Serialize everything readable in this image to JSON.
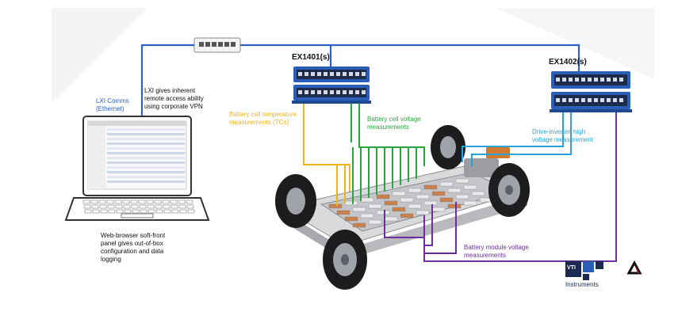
{
  "devices": {
    "ex1401": "EX1401(s)",
    "ex1402": "EX1402(s)"
  },
  "labels": {
    "lxi_comms": [
      "LXI Comms",
      "(Ethernet)"
    ],
    "lxi_remote": [
      "LXI gives inherent",
      "remote access ability",
      "using corporate VPN"
    ],
    "temperature": [
      "Battery cell temperature",
      "measurements (TCs)"
    ],
    "cell_voltage": [
      "Battery cell voltage",
      "measurements"
    ],
    "drive_inverter": [
      "Drive-inverter, high",
      "voltage measurement"
    ],
    "web_browser": [
      "Web-browser soft-front",
      "panel gives out-of-box",
      "configuration and data",
      "logging"
    ],
    "module_voltage": [
      "Battery module voltage",
      "measurements"
    ]
  },
  "logos": {
    "vti_top": "VTI",
    "vti_bottom": "Instruments"
  },
  "colors": {
    "ethernet": "#2f62c8",
    "temperature": "#f2b318",
    "cell_voltage": "#29a63e",
    "drive_inverter": "#27a3dc",
    "module_voltage": "#6b2fa0",
    "device_blue": "#2a5fb8"
  }
}
